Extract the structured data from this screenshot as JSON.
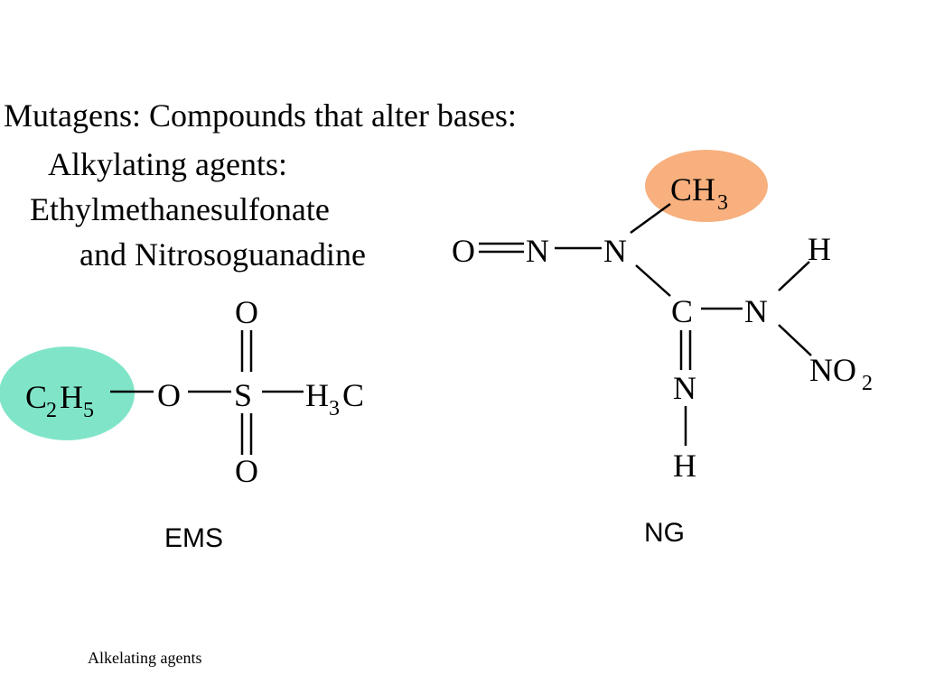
{
  "title": {
    "line1": "Mutagens: Compounds that alter bases:",
    "line2": "Alkylating agents:",
    "line3": "Ethylmethanesulfonate",
    "line4": "and Nitrosoguanadine"
  },
  "ems": {
    "caption": "EMS",
    "atoms": {
      "ethyl_main": "C",
      "ethyl_sub1": "2",
      "ethyl_h": "H",
      "ethyl_sub2": "5",
      "o_link": "O",
      "s_center": "S",
      "o_top": "O",
      "o_bottom": "O",
      "methyl_h": "H",
      "methyl_sub": "3",
      "methyl_c": "C"
    },
    "highlight_color": "#80e5c8"
  },
  "ng": {
    "caption": "NG",
    "atoms": {
      "o_nitroso": "O",
      "n_nitroso": "N",
      "n_methyl": "N",
      "methyl_c": "CH",
      "methyl_sub": "3",
      "c_center": "C",
      "n_right": "N",
      "h_top": "H",
      "nitro_n": "NO",
      "nitro_sub": "2",
      "n_imine": "N",
      "h_bottom": "H"
    },
    "highlight_color": "#f7b07e"
  },
  "footer": {
    "caption": "Alkelating agents"
  }
}
